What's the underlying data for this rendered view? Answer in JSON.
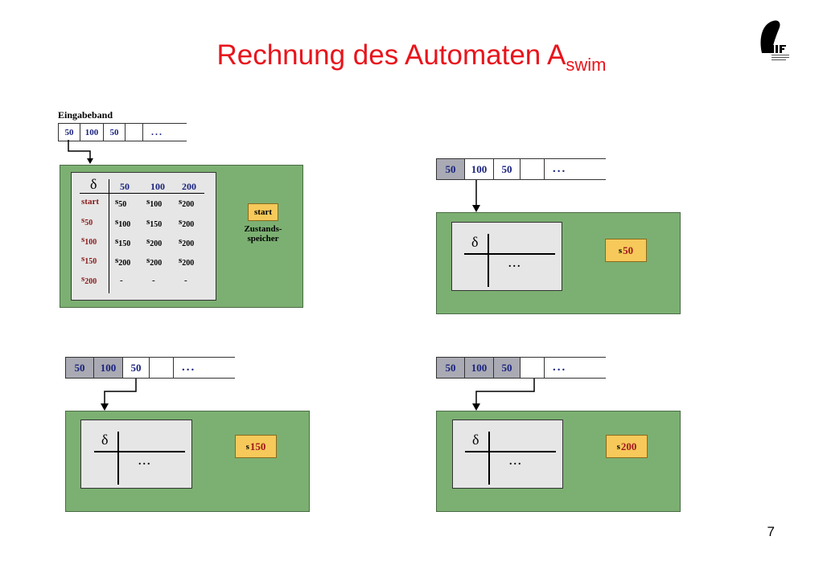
{
  "slide": {
    "title_main": "Rechnung des Automaten A",
    "title_sub": "swim",
    "page_number": "7"
  },
  "tape_label": "Eingabeband",
  "storage_label": "Zustands-\nspeicher",
  "delta_symbol": "δ",
  "ellipsis": "...",
  "transition_table": {
    "columns": [
      "50",
      "100",
      "200"
    ],
    "rows": [
      {
        "state": "start",
        "sub": "",
        "cells": [
          [
            "s",
            "50"
          ],
          [
            "s",
            "100"
          ],
          [
            "s",
            "200"
          ]
        ]
      },
      {
        "state": "s",
        "sub": "50",
        "cells": [
          [
            "s",
            "100"
          ],
          [
            "s",
            "150"
          ],
          [
            "s",
            "200"
          ]
        ]
      },
      {
        "state": "s",
        "sub": "100",
        "cells": [
          [
            "s",
            "150"
          ],
          [
            "s",
            "200"
          ],
          [
            "s",
            "200"
          ]
        ]
      },
      {
        "state": "s",
        "sub": "150",
        "cells": [
          [
            "s",
            "200"
          ],
          [
            "s",
            "200"
          ],
          [
            "s",
            "200"
          ]
        ]
      },
      {
        "state": "s",
        "sub": "200",
        "cells": [
          [
            "-",
            ""
          ],
          [
            "-",
            ""
          ],
          [
            "-",
            ""
          ]
        ]
      }
    ]
  },
  "tape_symbols": [
    "50",
    "100",
    "50",
    "",
    "..."
  ],
  "steps": [
    {
      "read_count": 0,
      "state_prefix": "",
      "state_value": "start"
    },
    {
      "read_count": 1,
      "state_prefix": "s",
      "state_value": "50"
    },
    {
      "read_count": 2,
      "state_prefix": "s",
      "state_value": "150"
    },
    {
      "read_count": 3,
      "state_prefix": "s",
      "state_value": "200"
    }
  ]
}
